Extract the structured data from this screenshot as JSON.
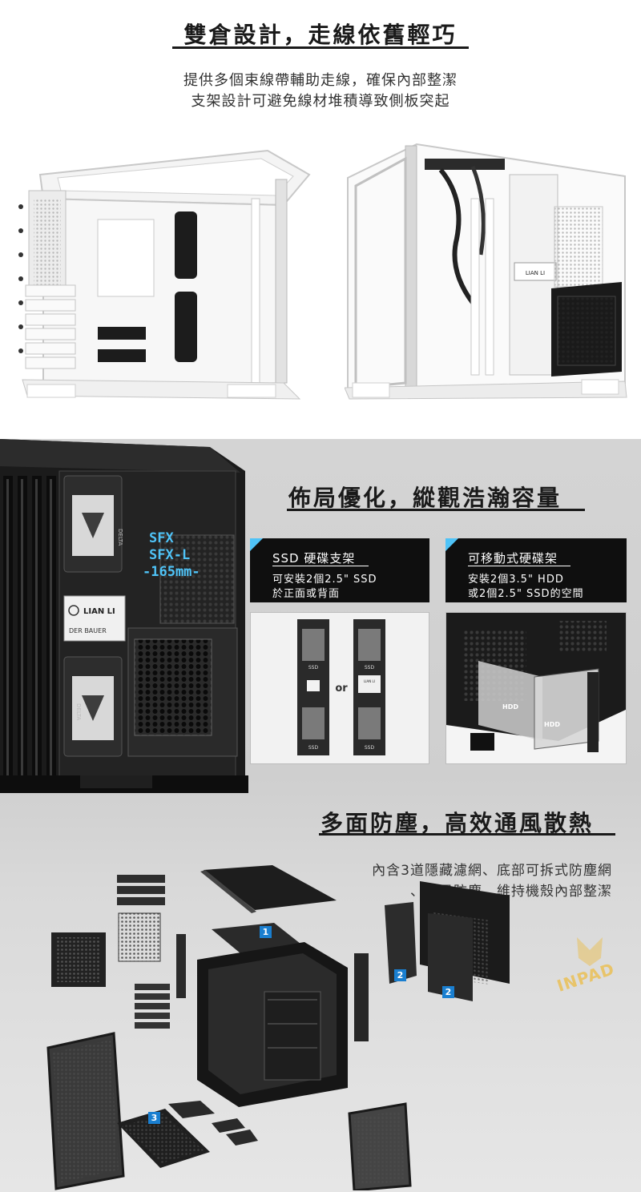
{
  "section_cable": {
    "title": "雙倉設計，走線依舊輕巧",
    "subtitle_line1": "提供多個束線帶輔助走線，確保內部整潔",
    "subtitle_line2": "支架設計可避免線材堆積導致側板突起"
  },
  "section_layout": {
    "title": "佈局優化，縱觀浩瀚容量",
    "psu_sizes": [
      "SFX",
      "SFX-L",
      "-165mm-"
    ],
    "brand_plate": "LIAN LI",
    "brand_plate_sub": "DER BAUER",
    "fan_label": "DELTA",
    "ssd_box": {
      "heading": "SSD 硬碟支架",
      "line1": "可安裝2個2.5\" SSD",
      "line2": "於正面或背面"
    },
    "hdd_box": {
      "heading": "可移動式硬碟架",
      "line1": "安裝2個3.5\" HDD",
      "line2": "或2個2.5\" SSD的空間"
    },
    "or_label": "or",
    "ssd_tag": "SSD",
    "hdd_tag": "HDD"
  },
  "section_dust": {
    "title": "多面防塵，高效通風散熱",
    "subtitle_line1": "內含3道隱藏濾網、底部可拆式防塵網",
    "subtitle_line2": "、通風防塵，維持機殼內部整潔",
    "badges": [
      "1",
      "2",
      "2",
      "3"
    ]
  },
  "watermark": "INPAD",
  "colors": {
    "accent_blue": "#4fc3f7",
    "badge_blue": "#1a7fd0",
    "dark_panel": "#0f0f0f",
    "gray_bg": "#d4d4d4"
  }
}
